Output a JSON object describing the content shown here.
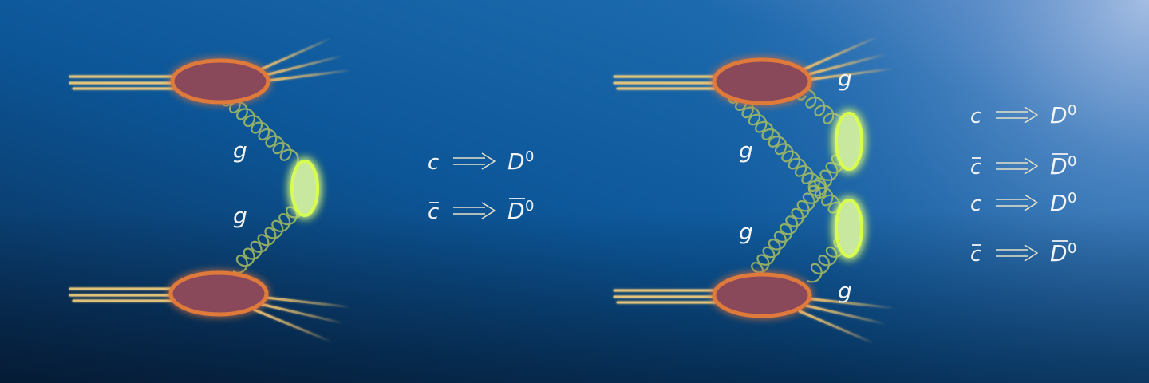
{
  "panels": [
    {
      "id": "single-parton",
      "gluon_labels": [
        "g",
        "g"
      ],
      "outputs": [
        {
          "quark": "c",
          "meson": "D",
          "superscript": "0",
          "meson_bar": false,
          "quark_bar": false
        },
        {
          "quark": "c",
          "meson": "D",
          "superscript": "0",
          "meson_bar": true,
          "quark_bar": true
        }
      ]
    },
    {
      "id": "double-parton",
      "gluon_labels": [
        "g",
        "g",
        "g",
        "g"
      ],
      "outputs": [
        {
          "quark": "c",
          "meson": "D",
          "superscript": "0",
          "meson_bar": false,
          "quark_bar": false
        },
        {
          "quark": "c",
          "meson": "D",
          "superscript": "0",
          "meson_bar": true,
          "quark_bar": true
        },
        {
          "quark": "c",
          "meson": "D",
          "superscript": "0",
          "meson_bar": false,
          "quark_bar": false
        },
        {
          "quark": "c",
          "meson": "D",
          "superscript": "0",
          "meson_bar": true,
          "quark_bar": true
        }
      ]
    }
  ],
  "colors": {
    "background_dark": "#0a2e55",
    "background_mid": "#0e5a9c",
    "background_light": "#8fb2dc",
    "proton_fill": "#8a4a5a",
    "proton_outline": "#e07a3a",
    "vertex_glow": "#d8ff50",
    "gluon": "#a8c060",
    "quark_line": "#e8d28a",
    "label": "#f2f4f8"
  }
}
